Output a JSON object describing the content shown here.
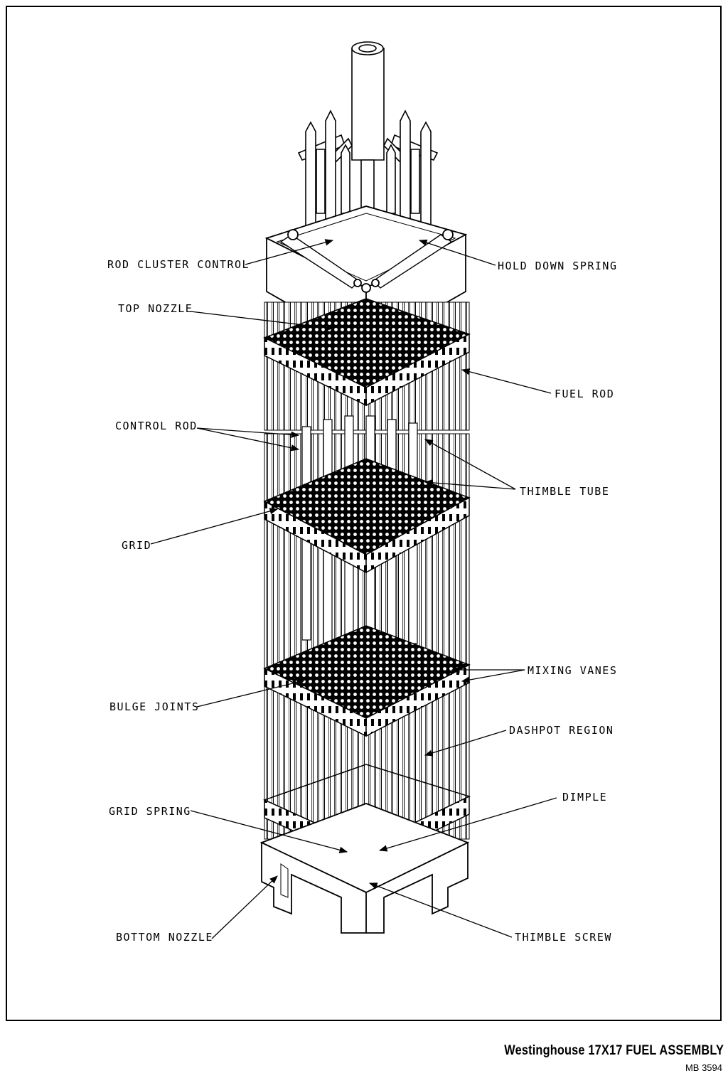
{
  "labels": {
    "rod_cluster_control": "ROD CLUSTER CONTROL",
    "hold_down_spring": "HOLD DOWN SPRING",
    "top_nozzle": "TOP NOZZLE",
    "fuel_rod": "FUEL ROD",
    "control_rod": "CONTROL ROD",
    "thimble_tube": "THIMBLE TUBE",
    "grid": "GRID",
    "mixing_vanes": "MIXING VANES",
    "bulge_joints": "BULGE JOINTS",
    "dashpot_region": "DASHPOT REGION",
    "grid_spring": "GRID SPRING",
    "dimple": "DIMPLE",
    "bottom_nozzle": "BOTTOM NOZZLE",
    "thimble_screw": "THIMBLE SCREW"
  },
  "caption": {
    "title": "Westinghouse 17X17 FUEL ASSEMBLY",
    "code": "MB 3594"
  }
}
